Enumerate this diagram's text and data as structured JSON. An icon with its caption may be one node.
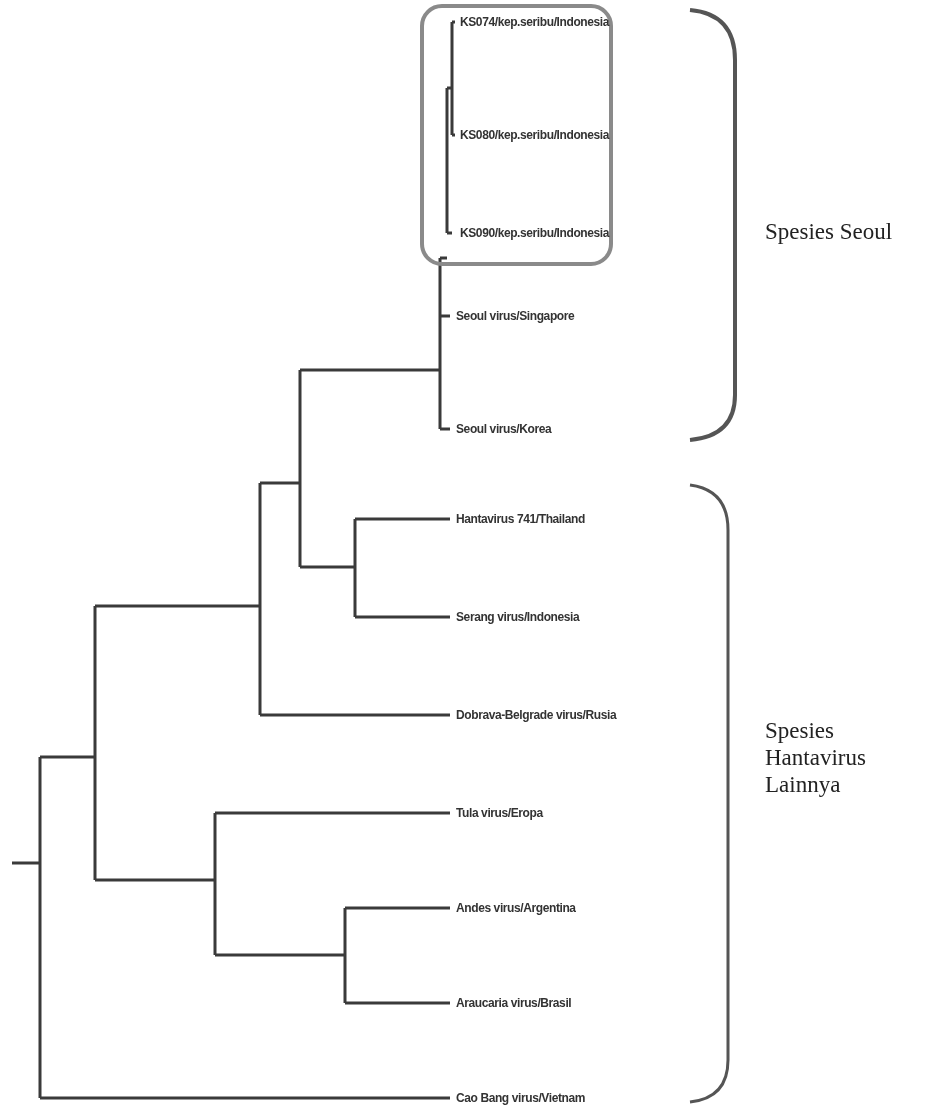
{
  "diagram": {
    "nodes": [
      {
        "text": [
          "KS074/kep.seribu/Indonesia",
          "KS080/kep.seribu/Indonesia",
          "KS090/kep.seribu/Indonesia"
        ]
      }
    ],
    "labels": [
      "Spesies Seoul",
      "Seoul virus/Singapore",
      "Seoul virus/Korea",
      "Hantavirus 741/Thailand",
      "Serang virus/Indonesia",
      "Dobrava-Belgrade virus/Rusia",
      "Spesies Hantavirus Lainnya",
      "Tula virus/Eropa",
      "Andes virus/Argentina",
      "Araucaria virus/Brasil",
      "Cao Bang virus/Vietnam"
    ]
  }
}
